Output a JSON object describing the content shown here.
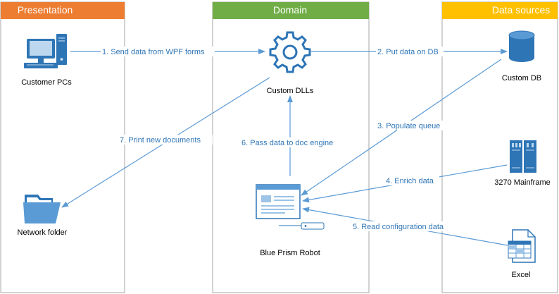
{
  "lanes": {
    "presentation": {
      "title": "Presentation",
      "color": "#ed7d31"
    },
    "domain": {
      "title": "Domain",
      "color": "#70ad47"
    },
    "data_sources": {
      "title": "Data sources",
      "color": "#ffc000"
    }
  },
  "nodes": {
    "customer_pcs": {
      "label": "Customer PCs",
      "icon": "desktop-computer-icon"
    },
    "network_folder": {
      "label": "Network folder",
      "icon": "folder-icon"
    },
    "custom_dlls": {
      "label": "Custom DLLs",
      "icon": "gear-icon"
    },
    "robot": {
      "label": "Blue Prism Robot",
      "icon": "robot-window-icon"
    },
    "custom_db": {
      "label": "Custom DB",
      "icon": "database-icon"
    },
    "mainframe": {
      "label": "3270 Mainframe",
      "icon": "server-icon"
    },
    "excel": {
      "label": "Excel",
      "icon": "excel-file-icon"
    }
  },
  "edges": {
    "e1": "1. Send data from WPF forms",
    "e2": "2. Put data on DB",
    "e3": "3. Populate queue",
    "e4": "4. Enrich data",
    "e5": "5. Read configuration data",
    "e6": "6. Pass data to doc engine",
    "e7": "7. Print new documents"
  },
  "colors": {
    "arrow": "#5b9bd5",
    "icon": "#2e75b6",
    "icon_light": "#9dc3e6",
    "lane_border": "#a6a6a6"
  }
}
